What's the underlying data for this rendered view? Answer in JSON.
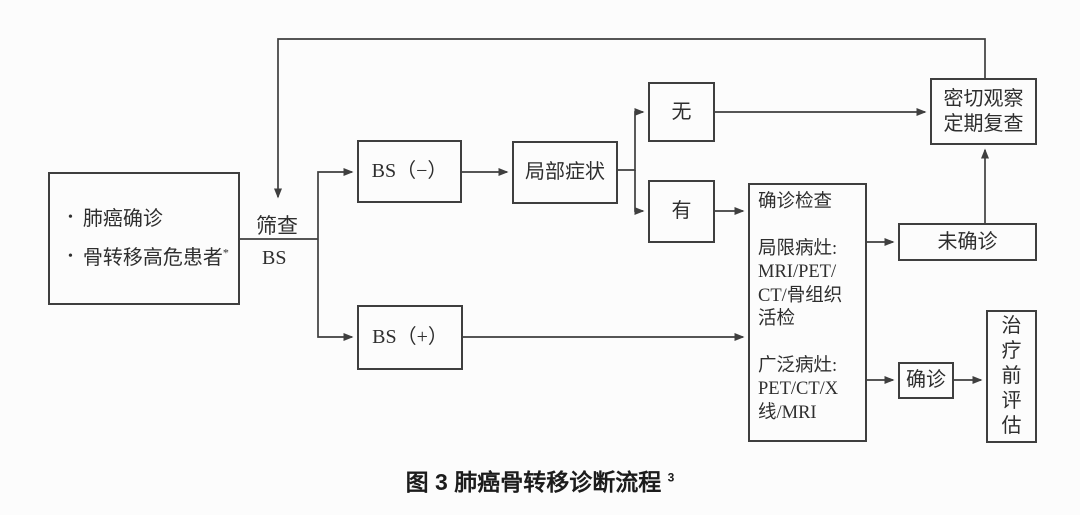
{
  "diagram": {
    "title_hint": "lung-cancer-bone-metastasis-diagnosis-flowchart",
    "colors": {
      "line": "#3f3f3f",
      "text": "#2e2e2e",
      "background": "#fcfcfc"
    },
    "nodes": {
      "criteria": {
        "bullet_glyph": "•",
        "bullet1": "肺癌确诊",
        "bullet2": "骨转移高危患者",
        "bullet2_superscript": "*"
      },
      "screening": {
        "line1": "筛查",
        "line2": "BS"
      },
      "bs_negative": {
        "label": "BS（−）"
      },
      "bs_positive": {
        "label": "BS（+）"
      },
      "local_symptoms": {
        "label": "局部症状"
      },
      "no_symptom": {
        "label": "无"
      },
      "yes_symptom": {
        "label": "有"
      },
      "confirm_exam": {
        "text": "确诊检查\n\n局限病灶:\nMRI/PET/\nCT/骨组织\n活检\n\n广泛病灶:\nPET/CT/X\n线/MRI"
      },
      "not_confirmed": {
        "label": "未确诊"
      },
      "confirmed": {
        "label": "确诊"
      },
      "close_observation": {
        "text": "密切观察\n定期复查"
      },
      "pretreatment_evaluation": {
        "label": "治疗前评估"
      }
    },
    "caption": {
      "text": "图 3 肺癌骨转移诊断流程",
      "superscript": "3"
    }
  }
}
